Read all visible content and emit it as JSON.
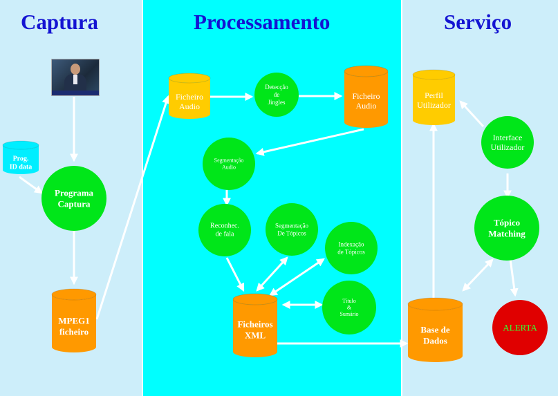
{
  "sections": {
    "captura": "Captura",
    "processamento": "Processamento",
    "servico": "Serviço"
  },
  "thumbnail": {
    "icon": "tv-news-anchor-thumbnail"
  },
  "colors": {
    "panel_light": "#cdeefa",
    "panel_cyan": "#00ffff",
    "title": "#1414d2",
    "green_node": "#00e619",
    "orange_store": "#ff9900",
    "yellow_store": "#ffcc00",
    "cyan_store": "#00eeff",
    "alert_red": "#e00000",
    "arrow": "#ffffff"
  },
  "nodes": {
    "prog_id": [
      "Prog.",
      "ID data"
    ],
    "programa_captura": [
      "Programa",
      "Captura"
    ],
    "mpeg1": [
      "MPEG1",
      "ficheiro"
    ],
    "ficheiro_audio_1": [
      "Ficheiro",
      "Audio"
    ],
    "deteccao_jingles": [
      "Detecção",
      "de",
      "Jingles"
    ],
    "ficheiro_audio_2": [
      "Ficheiro",
      "Audio"
    ],
    "segmentacao_audio": [
      "Segmentação",
      "Audio"
    ],
    "reconhec_fala": [
      "Reconhec.",
      "de fala"
    ],
    "segmentacao_topicos": [
      "Segmentação",
      "De Tópicos"
    ],
    "indexacao_topicos": [
      "Indexação",
      "de Tópicos"
    ],
    "titulo_sumario": [
      "Título",
      "&",
      "Sumário"
    ],
    "ficheiros_xml": [
      "Ficheiros",
      "XML"
    ],
    "perfil_utilizador": [
      "Perfil",
      "Utilizador"
    ],
    "interface_utilizador": [
      "Interface",
      "Utilizador"
    ],
    "topico_matching": [
      "Tópico",
      "Matching"
    ],
    "base_dados": [
      "Base de",
      "Dados"
    ],
    "alerta": [
      "ALERTA"
    ]
  }
}
